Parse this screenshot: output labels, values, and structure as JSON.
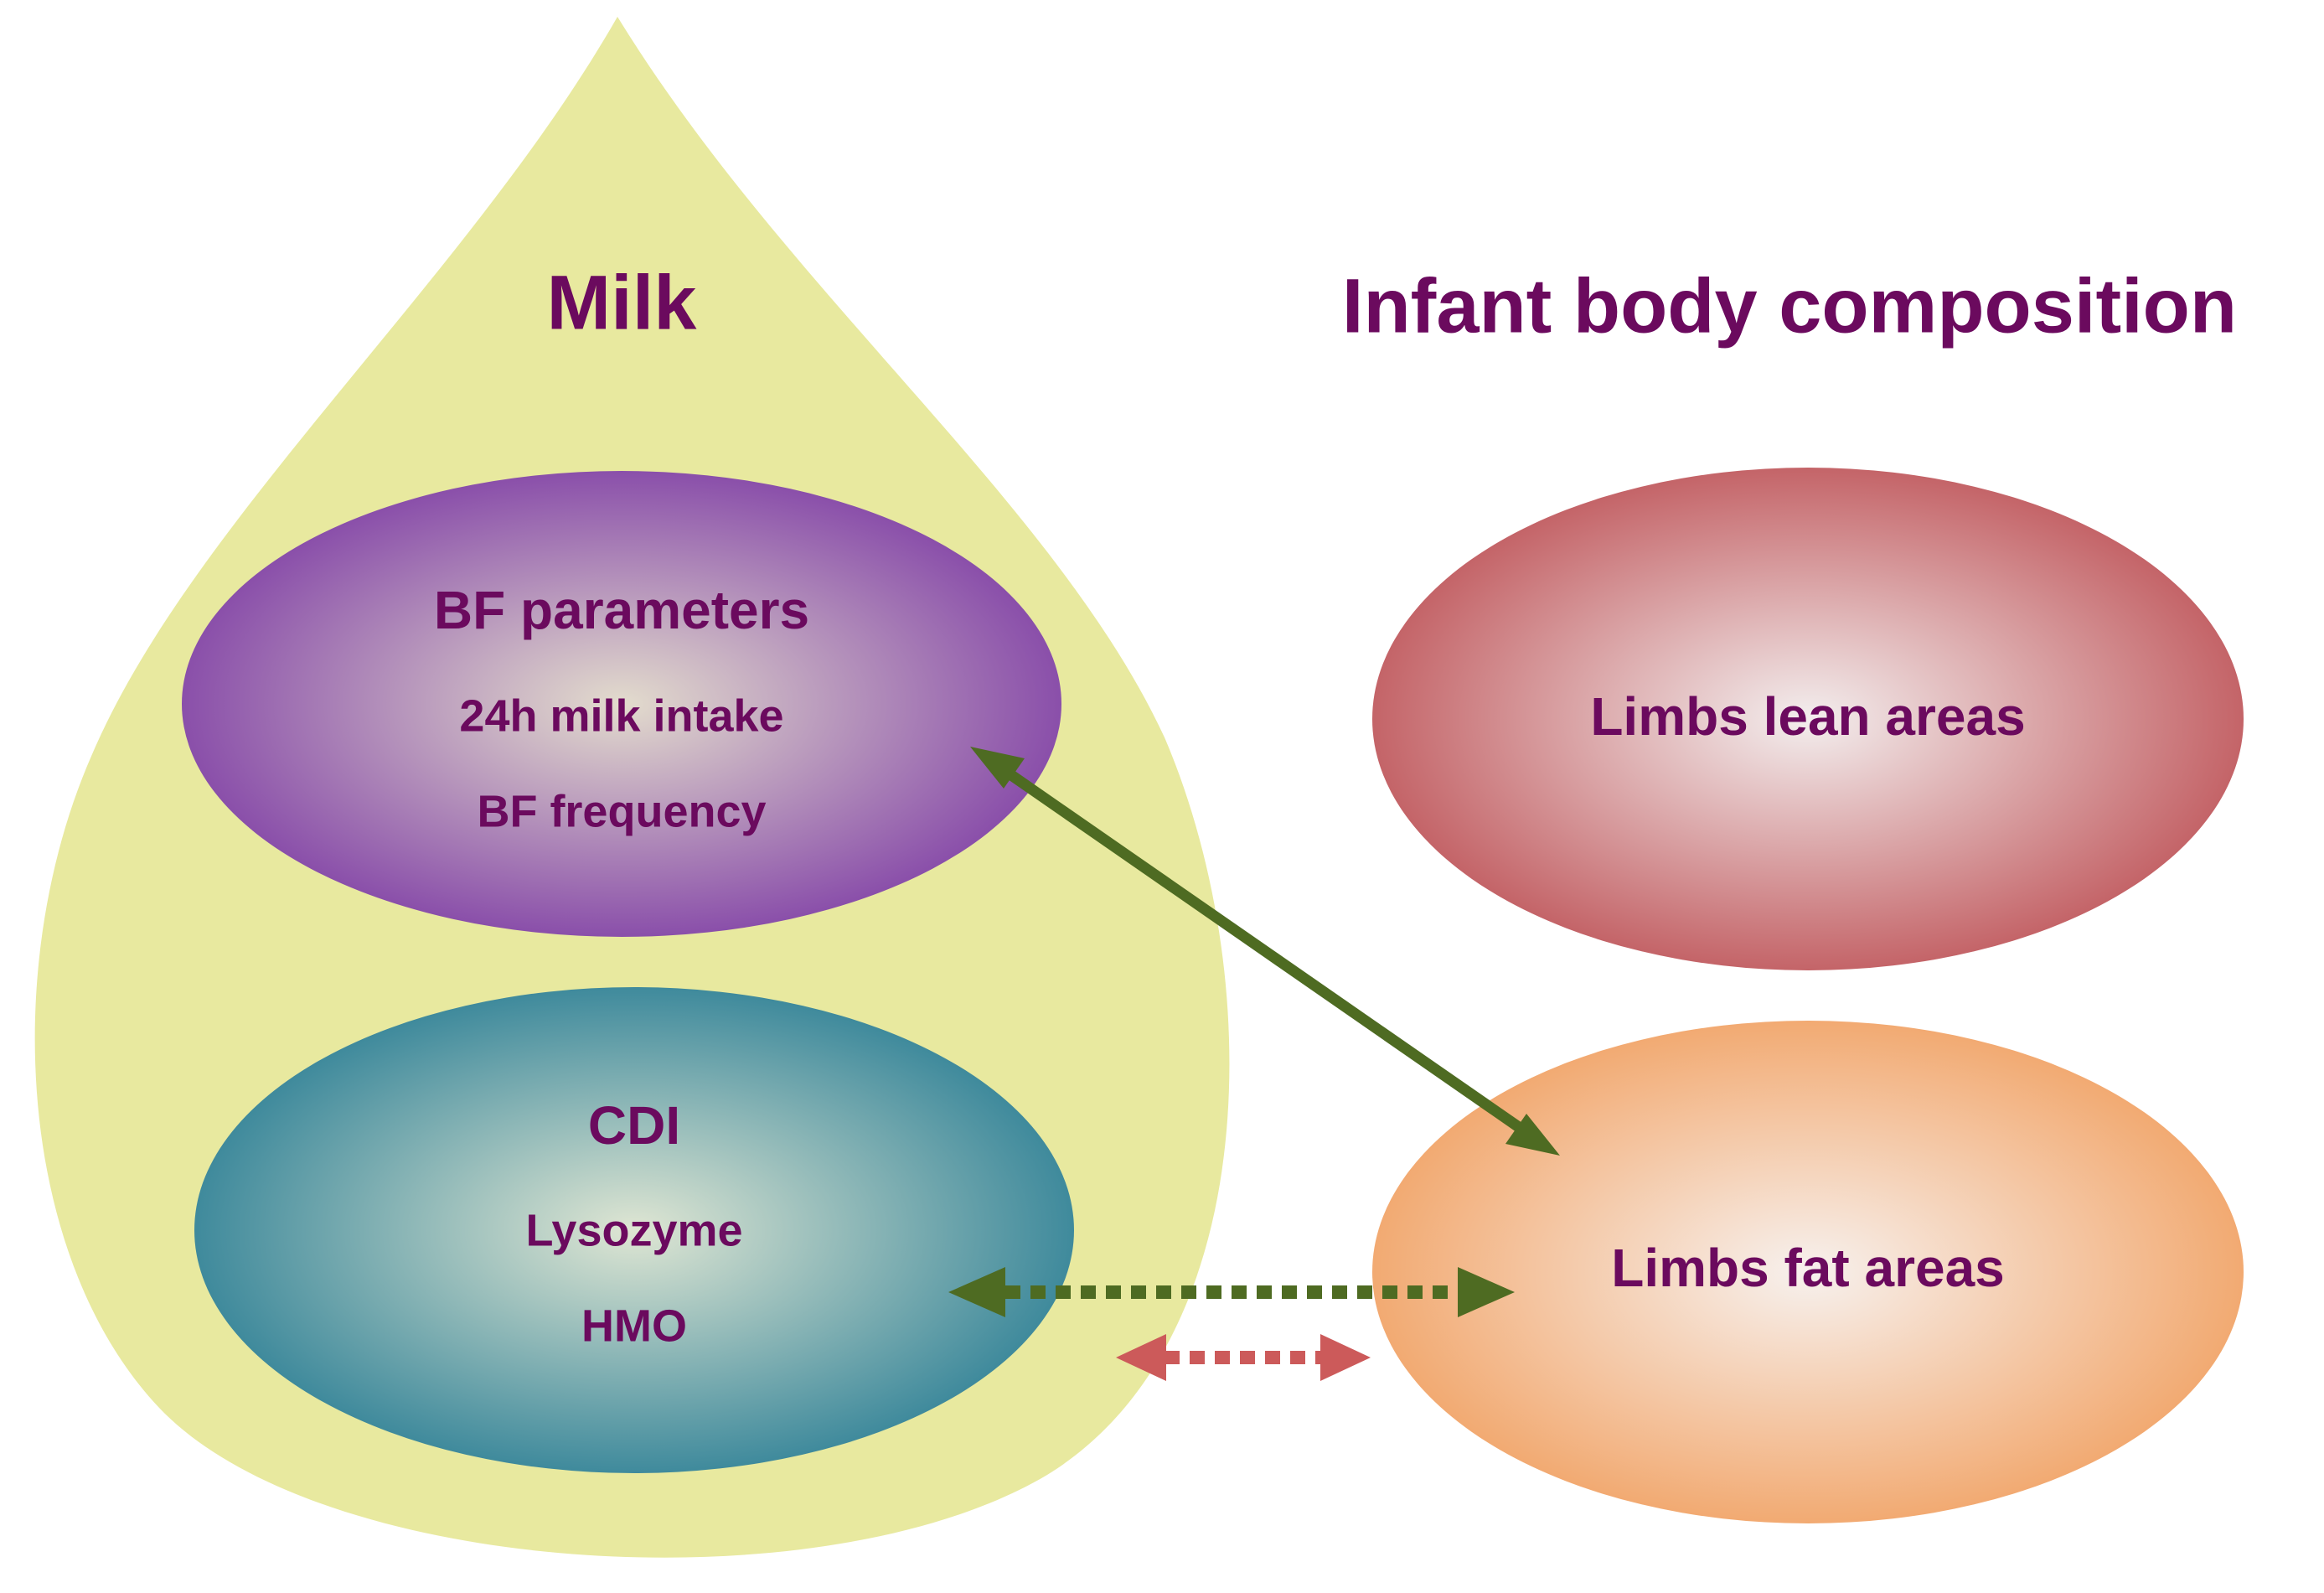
{
  "drop": {
    "title": "Milk",
    "fill": "#e8e99f"
  },
  "right_title": "Infant body composition",
  "text_color": "#6b0a5e",
  "nodes": {
    "bf": {
      "title": "BF parameters",
      "line1": "24h milk intake",
      "line2": "BF frequency",
      "edge_color": "#8a4faa",
      "center_color": "#e3dccd"
    },
    "cdi": {
      "title": "CDI",
      "line1": "Lysozyme",
      "line2": "HMO",
      "edge_color": "#3f8a9c",
      "center_color": "#dfe6d3"
    },
    "lean": {
      "label": "Limbs lean areas",
      "edge_color": "#c46468",
      "center_color": "#f3eeee"
    },
    "fat": {
      "label": "Limbs fat areas",
      "edge_color": "#f2aa72",
      "center_color": "#f7f1ee"
    }
  },
  "connections": {
    "green_color": "#4e6b22",
    "red_color": "#cc5a5a"
  }
}
